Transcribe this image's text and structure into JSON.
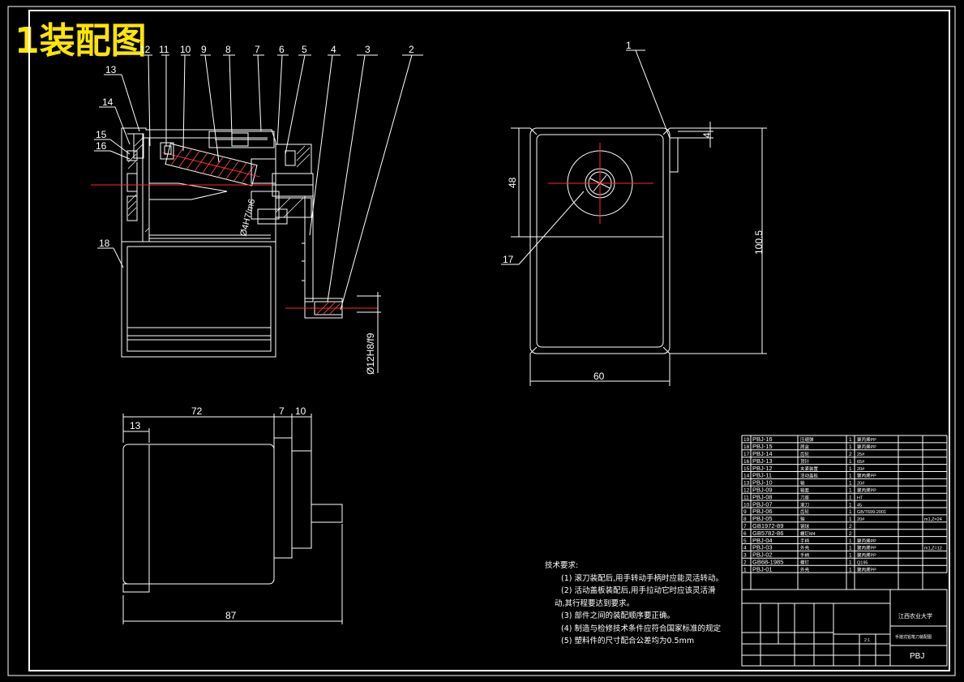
{
  "title": "1装配图",
  "part_callouts": [
    "1",
    "2",
    "3",
    "4",
    "5",
    "6",
    "7",
    "8",
    "9",
    "10",
    "11",
    "12",
    "13",
    "14",
    "15",
    "16",
    "17",
    "18"
  ],
  "dims": {
    "fit": "Ø12H8/f9",
    "bore": "Ø4H7/m6",
    "d48": "48",
    "d100_5": "100.5",
    "d4": "4",
    "d60": "60",
    "d72": "72",
    "d7": "7",
    "d10": "10",
    "d13": "13",
    "d87": "87"
  },
  "notes": {
    "heading": "技术要求:",
    "lines": [
      "(1) 滚刀装配后,用手转动手柄时应能灵活转动。",
      "(2) 活动盖板装配后,用手拉动它时应该灵活滑",
      "动,其行程要达到要求。",
      "(3) 部件之间的装配顺序要正确。",
      "(4) 制造与检修技术条件应符合国家标准的规定",
      "(5) 塑料件的尺寸配合公差均为0.5mm"
    ]
  },
  "bom": [
    {
      "no": "19",
      "code": "PBJ-16",
      "name": "压缩弹",
      "qty": "1",
      "mat": "聚丙烯PP"
    },
    {
      "no": "18",
      "code": "PBJ-15",
      "name": "屑盒",
      "qty": "1",
      "mat": "聚丙烯PP"
    },
    {
      "no": "17",
      "code": "PBJ-14",
      "name": "齿轮",
      "qty": "2",
      "mat": "25#"
    },
    {
      "no": "16",
      "code": "PBJ-13",
      "name": "顶针",
      "qty": "1",
      "mat": "65#"
    },
    {
      "no": "15",
      "code": "PBJ-12",
      "name": "夹紧装置",
      "qty": "1",
      "mat": "20#"
    },
    {
      "no": "14",
      "code": "PBJ-11",
      "name": "活动盖板",
      "qty": "1",
      "mat": "聚丙烯PP"
    },
    {
      "no": "13",
      "code": "PBJ-10",
      "name": "轴",
      "qty": "1",
      "mat": "20#"
    },
    {
      "no": "12",
      "code": "PBJ-09",
      "name": "轴套",
      "qty": "1",
      "mat": "聚丙烯PP"
    },
    {
      "no": "11",
      "code": "PBJ-08",
      "name": "刀座",
      "qty": "1",
      "mat": "HT"
    },
    {
      "no": "10",
      "code": "PBJ-07",
      "name": "滚刀",
      "qty": "1",
      "mat": "45"
    },
    {
      "no": "9",
      "code": "PBJ-06",
      "name": "齿轮",
      "qty": "1",
      "mat": "GB/T699-2001"
    },
    {
      "no": "8",
      "code": "PBJ-05",
      "name": "轴",
      "qty": "1",
      "mat": "20#"
    },
    {
      "no": "7",
      "code": "GB1972-89",
      "name": "钢球",
      "qty": "2",
      "mat": ""
    },
    {
      "no": "6",
      "code": "GB5782-86",
      "name": "螺钉M4",
      "qty": "2",
      "mat": ""
    },
    {
      "no": "5",
      "code": "PBJ-04",
      "name": "手柄",
      "qty": "1",
      "mat": "聚丙烯PP"
    },
    {
      "no": "4",
      "code": "PBJ-03",
      "name": "外壳",
      "qty": "1",
      "mat": "聚丙烯PP"
    },
    {
      "no": "3",
      "code": "PBJ-02",
      "name": "手柄",
      "qty": "1",
      "mat": "聚丙烯PP"
    },
    {
      "no": "2",
      "code": "GB68-1985",
      "name": "螺钉",
      "qty": "1",
      "mat": "Q195"
    },
    {
      "no": "1",
      "code": "PBJ-01",
      "name": "外壳",
      "qty": "1",
      "mat": "聚丙烯PP"
    }
  ],
  "bom_remarks": [
    "m1,Z=24",
    "m1,Z=12"
  ],
  "titleblock": {
    "school": "江西农业大学",
    "drawing_name": "手摇式铅笔刀装配图",
    "code": "PBJ",
    "scale": "2:1"
  }
}
